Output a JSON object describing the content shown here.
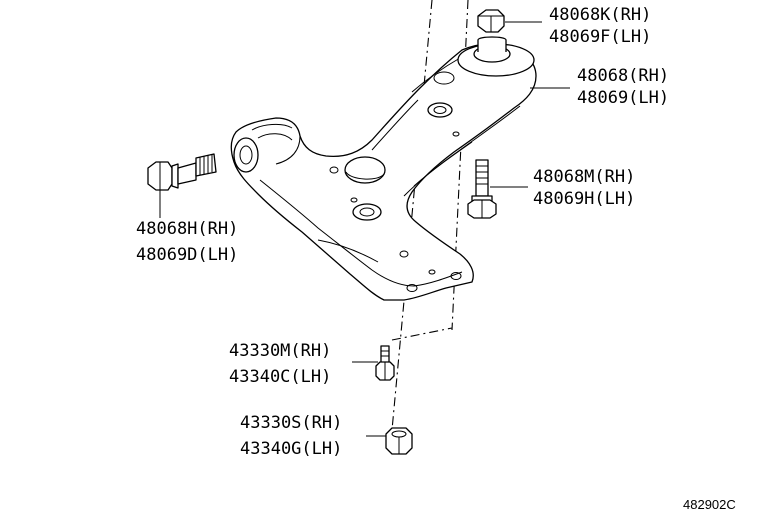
{
  "labels": {
    "nut_top_rh": "48068K(RH)",
    "nut_top_lh": "48069F(LH)",
    "arm_rh": "48068(RH)",
    "arm_lh": "48069(LH)",
    "bolt_right_rh": "48068M(RH)",
    "bolt_right_lh": "48069H(LH)",
    "bolt_left_rh": "48068H(RH)",
    "bolt_left_lh": "48069D(LH)",
    "bolt_bottom_rh": "43330M(RH)",
    "bolt_bottom_lh": "43340C(LH)",
    "nut_bottom_rh": "43330S(RH)",
    "nut_bottom_lh": "43340G(LH)"
  },
  "figure_id": "482902C"
}
